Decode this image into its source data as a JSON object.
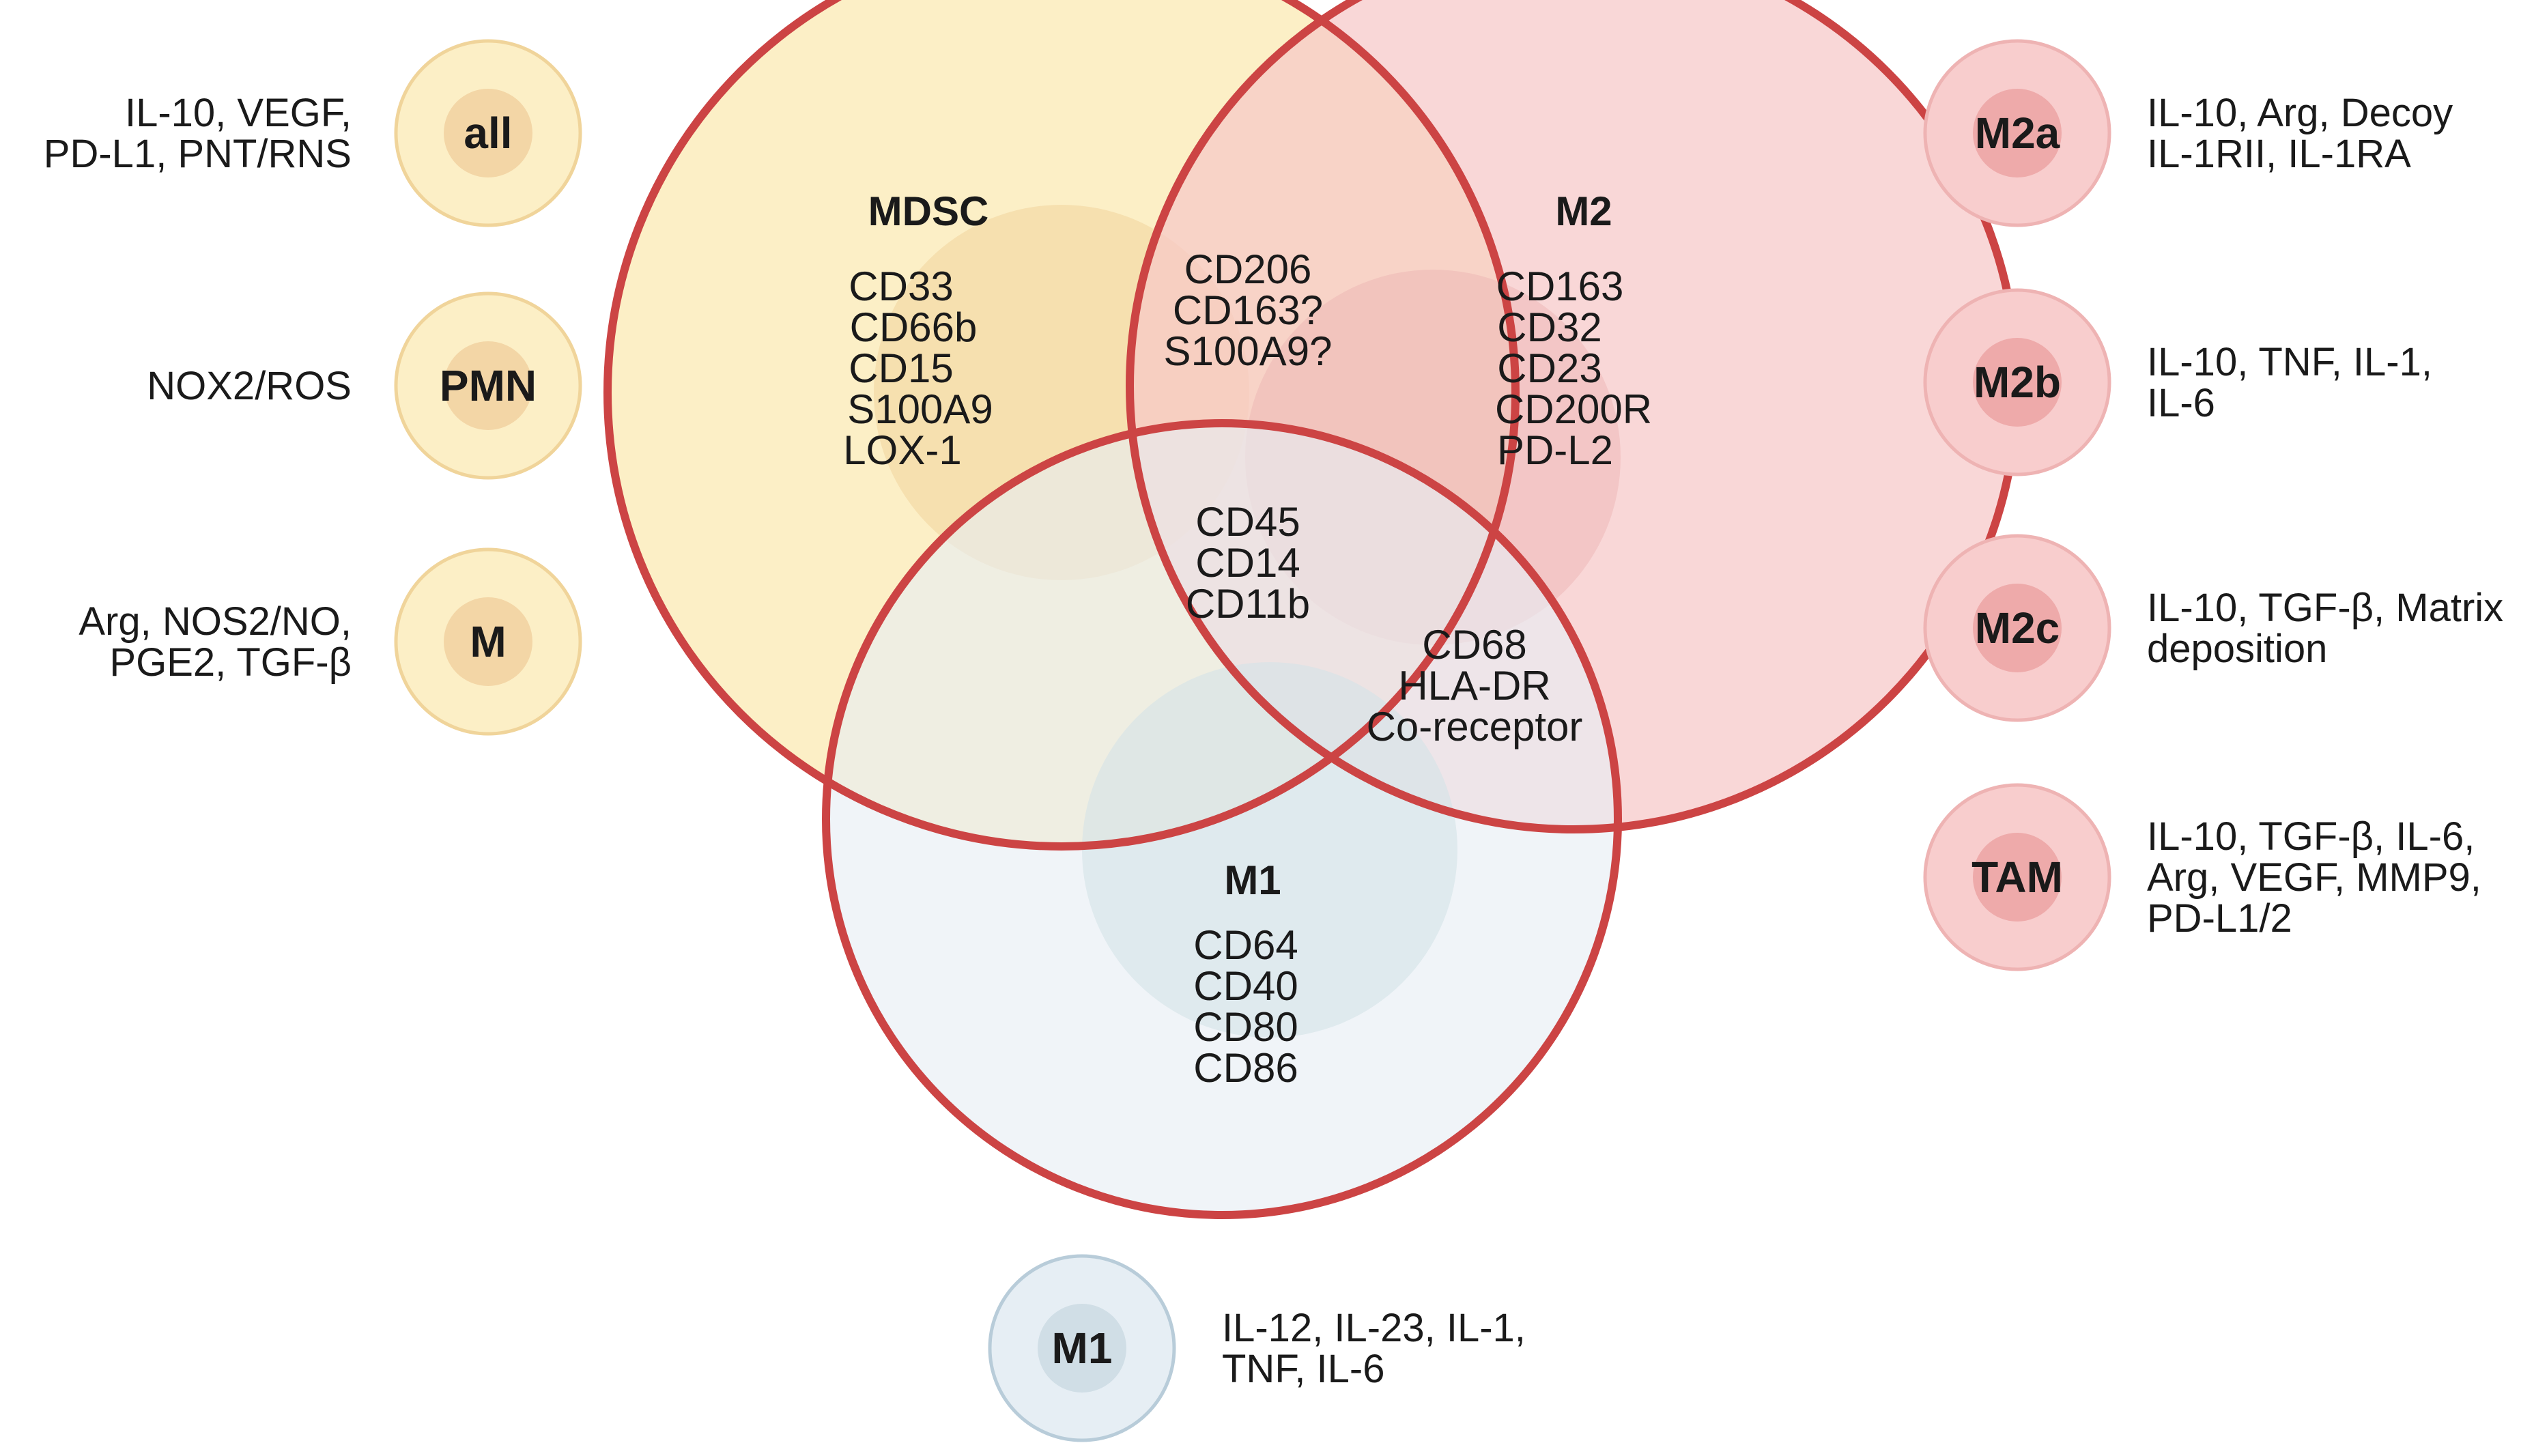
{
  "colors": {
    "mdsc_fill": "#fcefc6",
    "mdsc_inner": "#f0d49c",
    "m2_fill": "#f7c7c7",
    "m2_inner": "#eab2b2",
    "m1_fill": "#e6edf3",
    "m1_inner": "#d4e2e8",
    "outline": "#cc4444",
    "text": "#1a1a1a"
  },
  "venn": {
    "mdsc": {
      "title": "MDSC",
      "markers": [
        "CD33",
        "CD66b",
        "CD15",
        "S100A9",
        "LOX-1"
      ]
    },
    "m2": {
      "title": "M2",
      "markers": [
        "CD163",
        "CD32",
        "CD23",
        "CD200R",
        "PD-L2"
      ]
    },
    "m1": {
      "title": "M1",
      "markers": [
        "CD64",
        "CD40",
        "CD80",
        "CD86"
      ]
    },
    "mdsc_m2": [
      "CD206",
      "CD163?",
      "S100A9?"
    ],
    "all_three": [
      "CD45",
      "CD14",
      "CD11b"
    ],
    "m2_m1": [
      "CD68",
      "HLA-DR",
      "Co-receptor"
    ]
  },
  "left_cells": [
    {
      "label": "all",
      "icon": "mdsc-cell-icon",
      "desc": [
        "IL-10, VEGF,",
        "PD-L1, PNT/RNS"
      ]
    },
    {
      "label": "PMN",
      "icon": "mdsc-cell-icon",
      "desc": [
        "NOX2/ROS"
      ]
    },
    {
      "label": "M",
      "icon": "mdsc-cell-icon",
      "desc": [
        "Arg, NOS2/NO,",
        "PGE2, TGF-β"
      ]
    }
  ],
  "right_cells": [
    {
      "label": "M2a",
      "icon": "m2-cell-icon",
      "desc": [
        "IL-10, Arg, Decoy",
        "IL-1RII, IL-1RA"
      ]
    },
    {
      "label": "M2b",
      "icon": "m2-cell-icon",
      "desc": [
        "IL-10, TNF, IL-1,",
        "IL-6"
      ]
    },
    {
      "label": "M2c",
      "icon": "m2-cell-icon",
      "desc": [
        "IL-10, TGF-β, Matrix",
        "deposition"
      ]
    },
    {
      "label": "TAM",
      "icon": "m2-cell-icon",
      "desc": [
        "IL-10, TGF-β, IL-6,",
        "Arg, VEGF, MMP9,",
        "PD-L1/2"
      ]
    }
  ],
  "bottom_cell": {
    "label": "M1",
    "icon": "m1-cell-icon",
    "desc": [
      "IL-12, IL-23, IL-1,",
      "TNF, IL-6"
    ]
  }
}
